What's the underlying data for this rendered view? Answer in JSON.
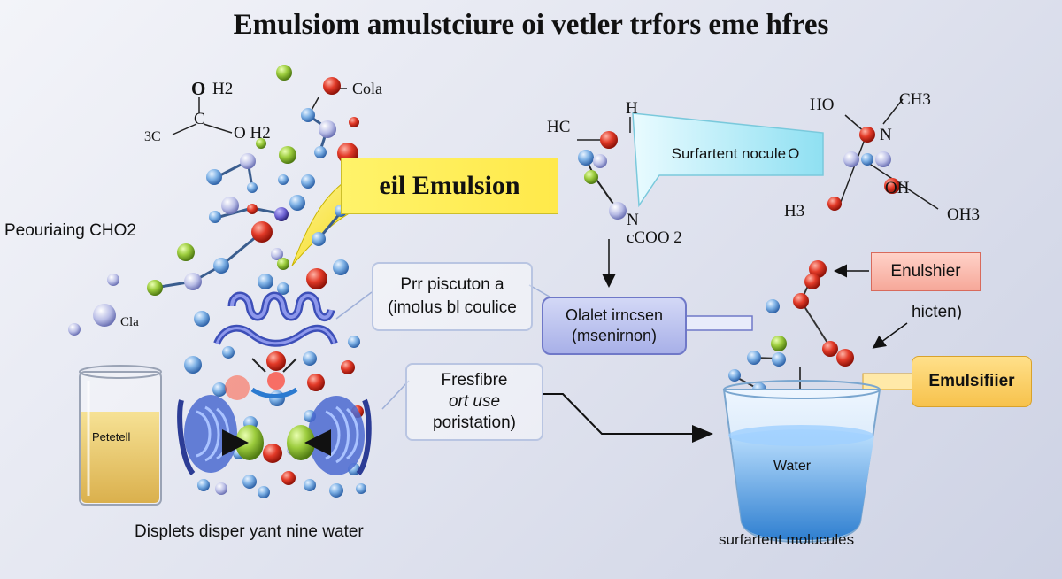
{
  "title": "Emulsiom amulstciure oi vetler trfors eme hfres",
  "oil_label": "eil Emulsion",
  "left_formula": {
    "o": "O",
    "h2": "H2",
    "c": "C",
    "oh2": "O H2",
    "three_c": "3C",
    "cola": "Cola"
  },
  "side_label": "Peouriaing CHO2",
  "cla_label": "Cla",
  "beaker_label": "Petetell",
  "bottom_left_caption": "Displets disper yant nine water",
  "note_box_1": {
    "line1": "Prr piscuton a",
    "line2": "(imolus bl coulice"
  },
  "note_box_2": {
    "line1": "Fresfibre",
    "line2": "ort use",
    "line3": "poristation)"
  },
  "pill_box": {
    "line1": "Olalet irncsen",
    "line2": "(msenirnon)"
  },
  "surfactant_box": "Surfartent nocule",
  "surfactant_suffix": "O",
  "mid_formula": {
    "hc": "HC",
    "h": "H",
    "n": "N",
    "cooo": "cCOO 2"
  },
  "right_formula": {
    "ho": "HO",
    "ch3": "CH3",
    "n": "N",
    "oh": "OH",
    "h3": "H3",
    "oh3": "OH3"
  },
  "emulsifier_red": "Enulshier",
  "hicten": "hicten)",
  "emulsifier_orange": "Emulsifiier",
  "water_label": "Water",
  "bottom_right_caption": "surfartent molucules",
  "colors": {
    "oil_yellow": "#ffe94a",
    "water_blue": "#4aa6e8",
    "atom_red": "#d62a1f",
    "atom_blue": "#5f9ad9",
    "atom_green": "#8fc033",
    "pill_purple": "#a8b0e8",
    "orange": "#f7c24c"
  }
}
